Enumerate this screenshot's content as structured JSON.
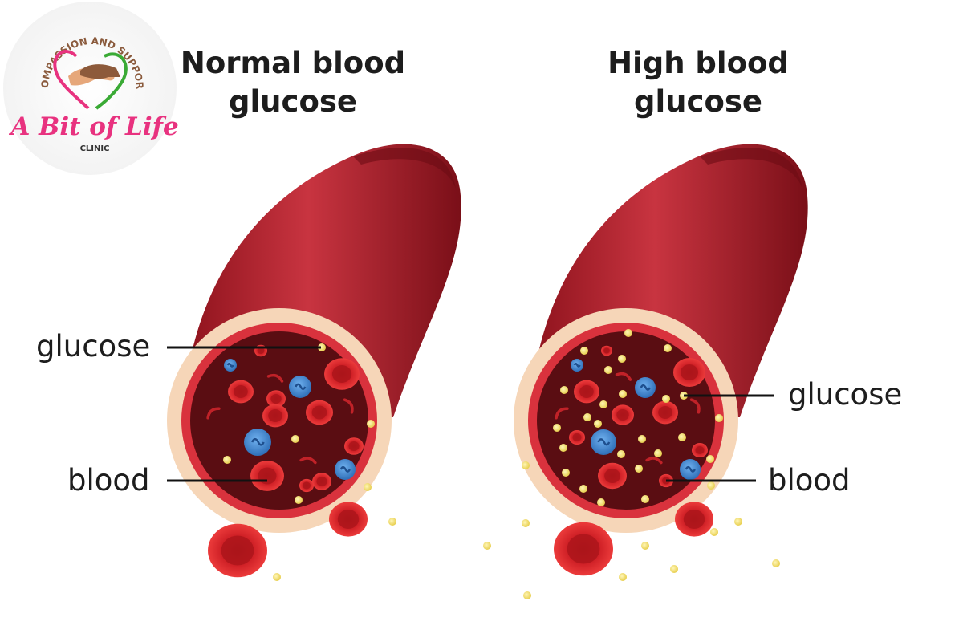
{
  "logo": {
    "arc_text": "COMPASSION AND SUPPORT",
    "name": "A Bit of Life",
    "subtitle": "CLINIC",
    "colors": {
      "pink": "#e8327f",
      "green": "#3aaa35",
      "brown": "#8a5a3c"
    }
  },
  "panels": [
    {
      "title_line1": "Normal blood",
      "title_line2": "glucose",
      "glucose_label": "glucose",
      "blood_label": "blood",
      "glucose_level": "normal"
    },
    {
      "title_line1": "High blood",
      "title_line2": "glucose",
      "glucose_label": "glucose",
      "blood_label": "blood",
      "glucose_level": "high"
    }
  ],
  "colors": {
    "vessel": "#a81b25",
    "vessel_dark": "#7a0f18",
    "interior": "#5a0d12",
    "wall_outer": "#f6d6b8",
    "red_cell": "#e02a2f",
    "white_cell": "#4a8fd6",
    "glucose": "#f3e27a"
  }
}
